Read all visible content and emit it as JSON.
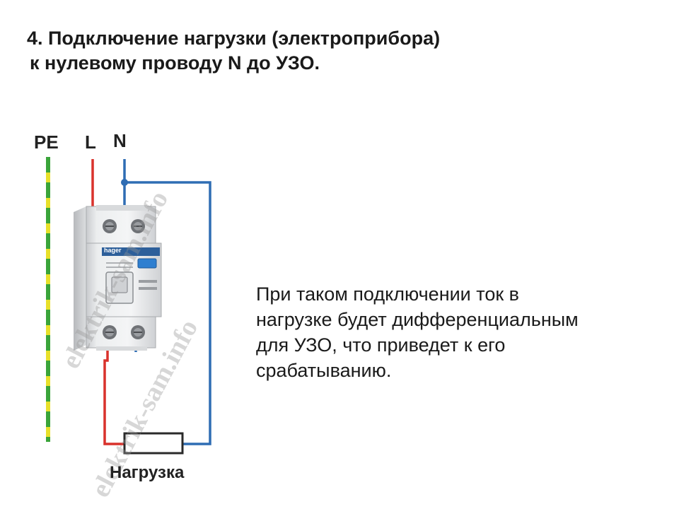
{
  "title": {
    "line1": "4. Подключение нагрузки (электроприбора)",
    "line2": "к нулевому проводу N до УЗО."
  },
  "wires": {
    "pe_label": "PE",
    "l_label": "L",
    "n_label": "N"
  },
  "device": {
    "brand": "hager"
  },
  "load_label": "Нагрузка",
  "description": {
    "line1": "При таком подключении ток в",
    "line2": "нагрузке будет дифференциальным",
    "line3": "для УЗО, что приведет к его",
    "line4": "срабатыванию."
  },
  "watermark": "elektrik-sam.info",
  "colors": {
    "phase_wire": "#d9322c",
    "neutral_wire": "#2f6db4",
    "pe_yellow": "#e8e02a",
    "pe_green": "#3aa43a"
  }
}
